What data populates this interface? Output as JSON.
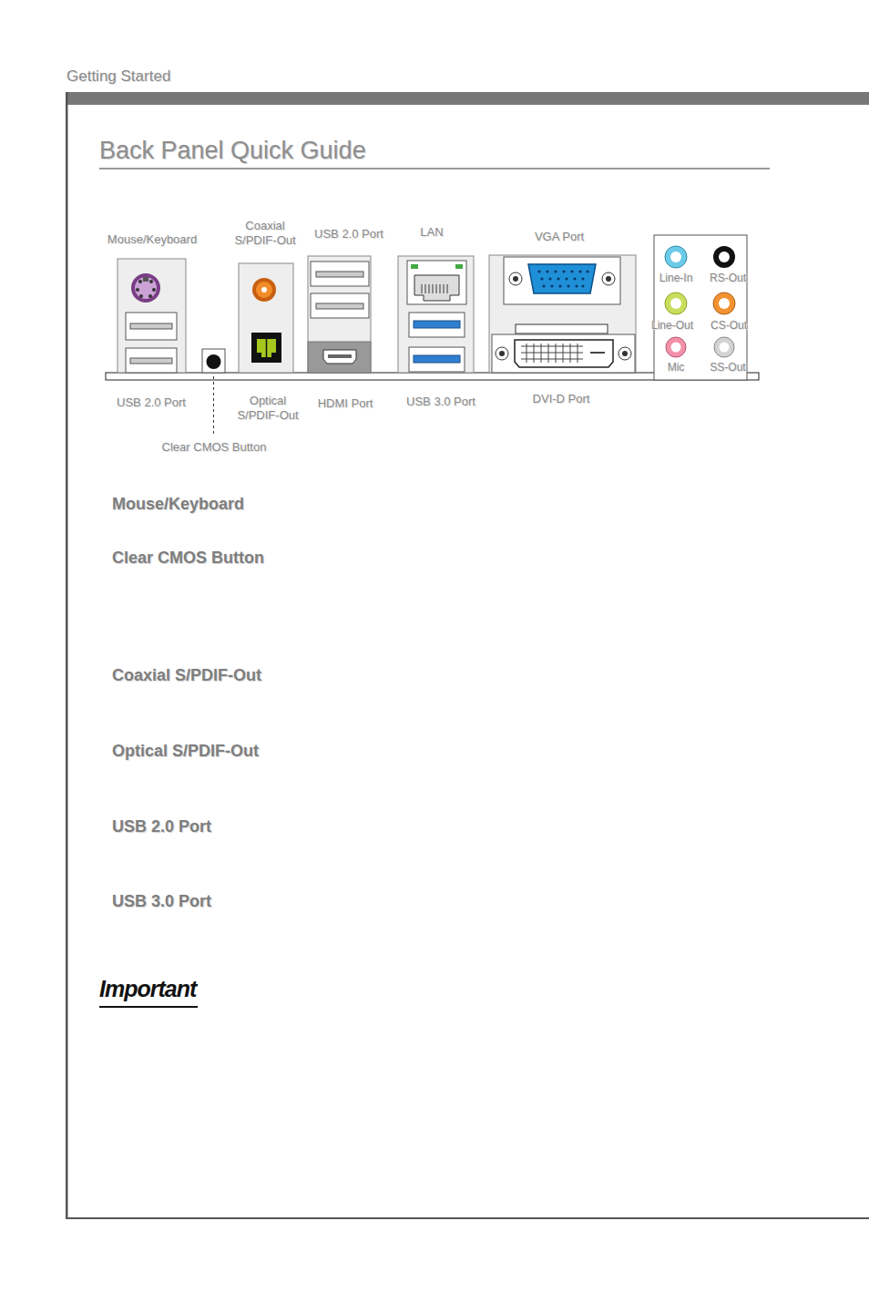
{
  "diagram": {
    "title": "Back Panel Quick Guide",
    "labels": [
      "Getting Started",
      "Mouse/Keyboard",
      "Coaxial S/PDIF-Out",
      "USB 2.0 Port",
      "LAN",
      "VGA Port",
      "Line-In",
      "RS-Out",
      "Line-Out",
      "CS-Out",
      "Mic",
      "SS-Out",
      "USB 2.0 Port",
      "Optical S/PDIF-Out",
      "HDMI Port",
      "USB 3.0 Port",
      "DVI-D Port",
      "Clear CMOS Button",
      "Mouse/Keyboard",
      "Clear CMOS Button",
      "Coaxial S/PDIF-Out",
      "Optical S/PDIF-Out",
      "USB 2.0 Port",
      "USB 3.0 Port",
      "Important"
    ]
  }
}
